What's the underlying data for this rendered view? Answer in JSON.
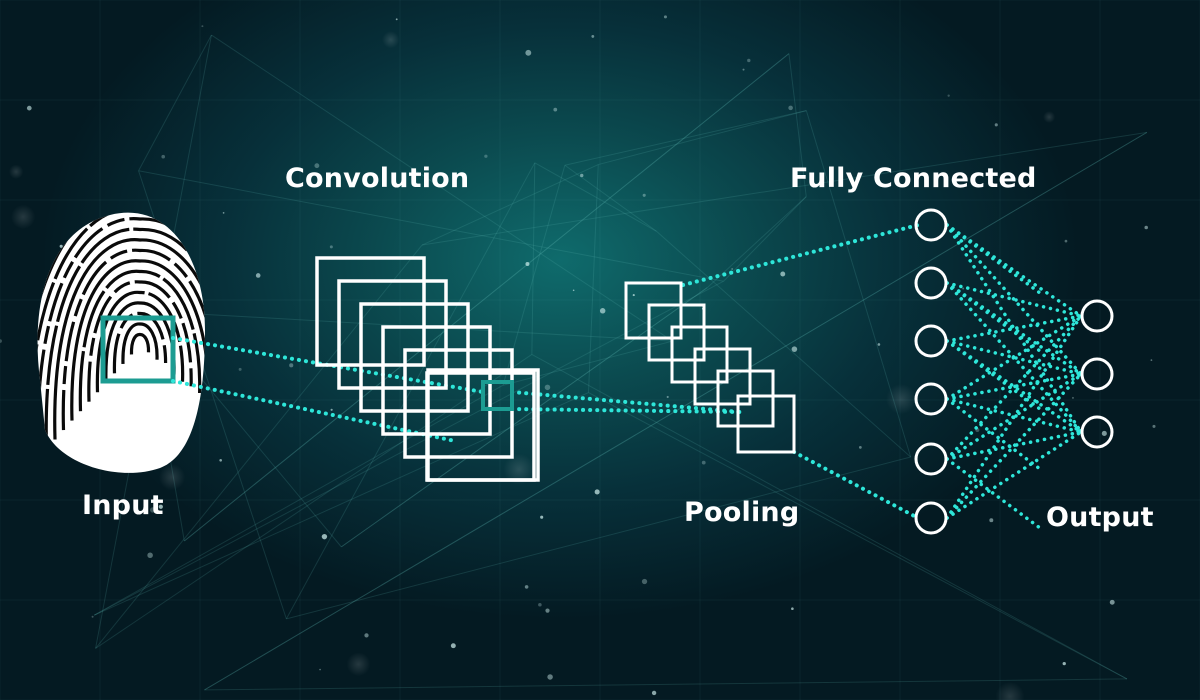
{
  "labels": {
    "input": "Input",
    "convolution": "Convolution",
    "pooling": "Pooling",
    "fully_connected": "Fully Connected",
    "output": "Output"
  },
  "colors": {
    "accent": "#2ee6d9",
    "frame": "#ffffff",
    "highlight_box": "#1c9c92",
    "background_center": "#0f6b6c",
    "background_edge": "#041a22"
  },
  "structure": {
    "convolution_feature_maps": 6,
    "pooling_feature_maps": 6,
    "fully_connected_neurons": 6,
    "output_neurons": 3
  },
  "icons": {
    "input": "fingerprint-icon"
  }
}
